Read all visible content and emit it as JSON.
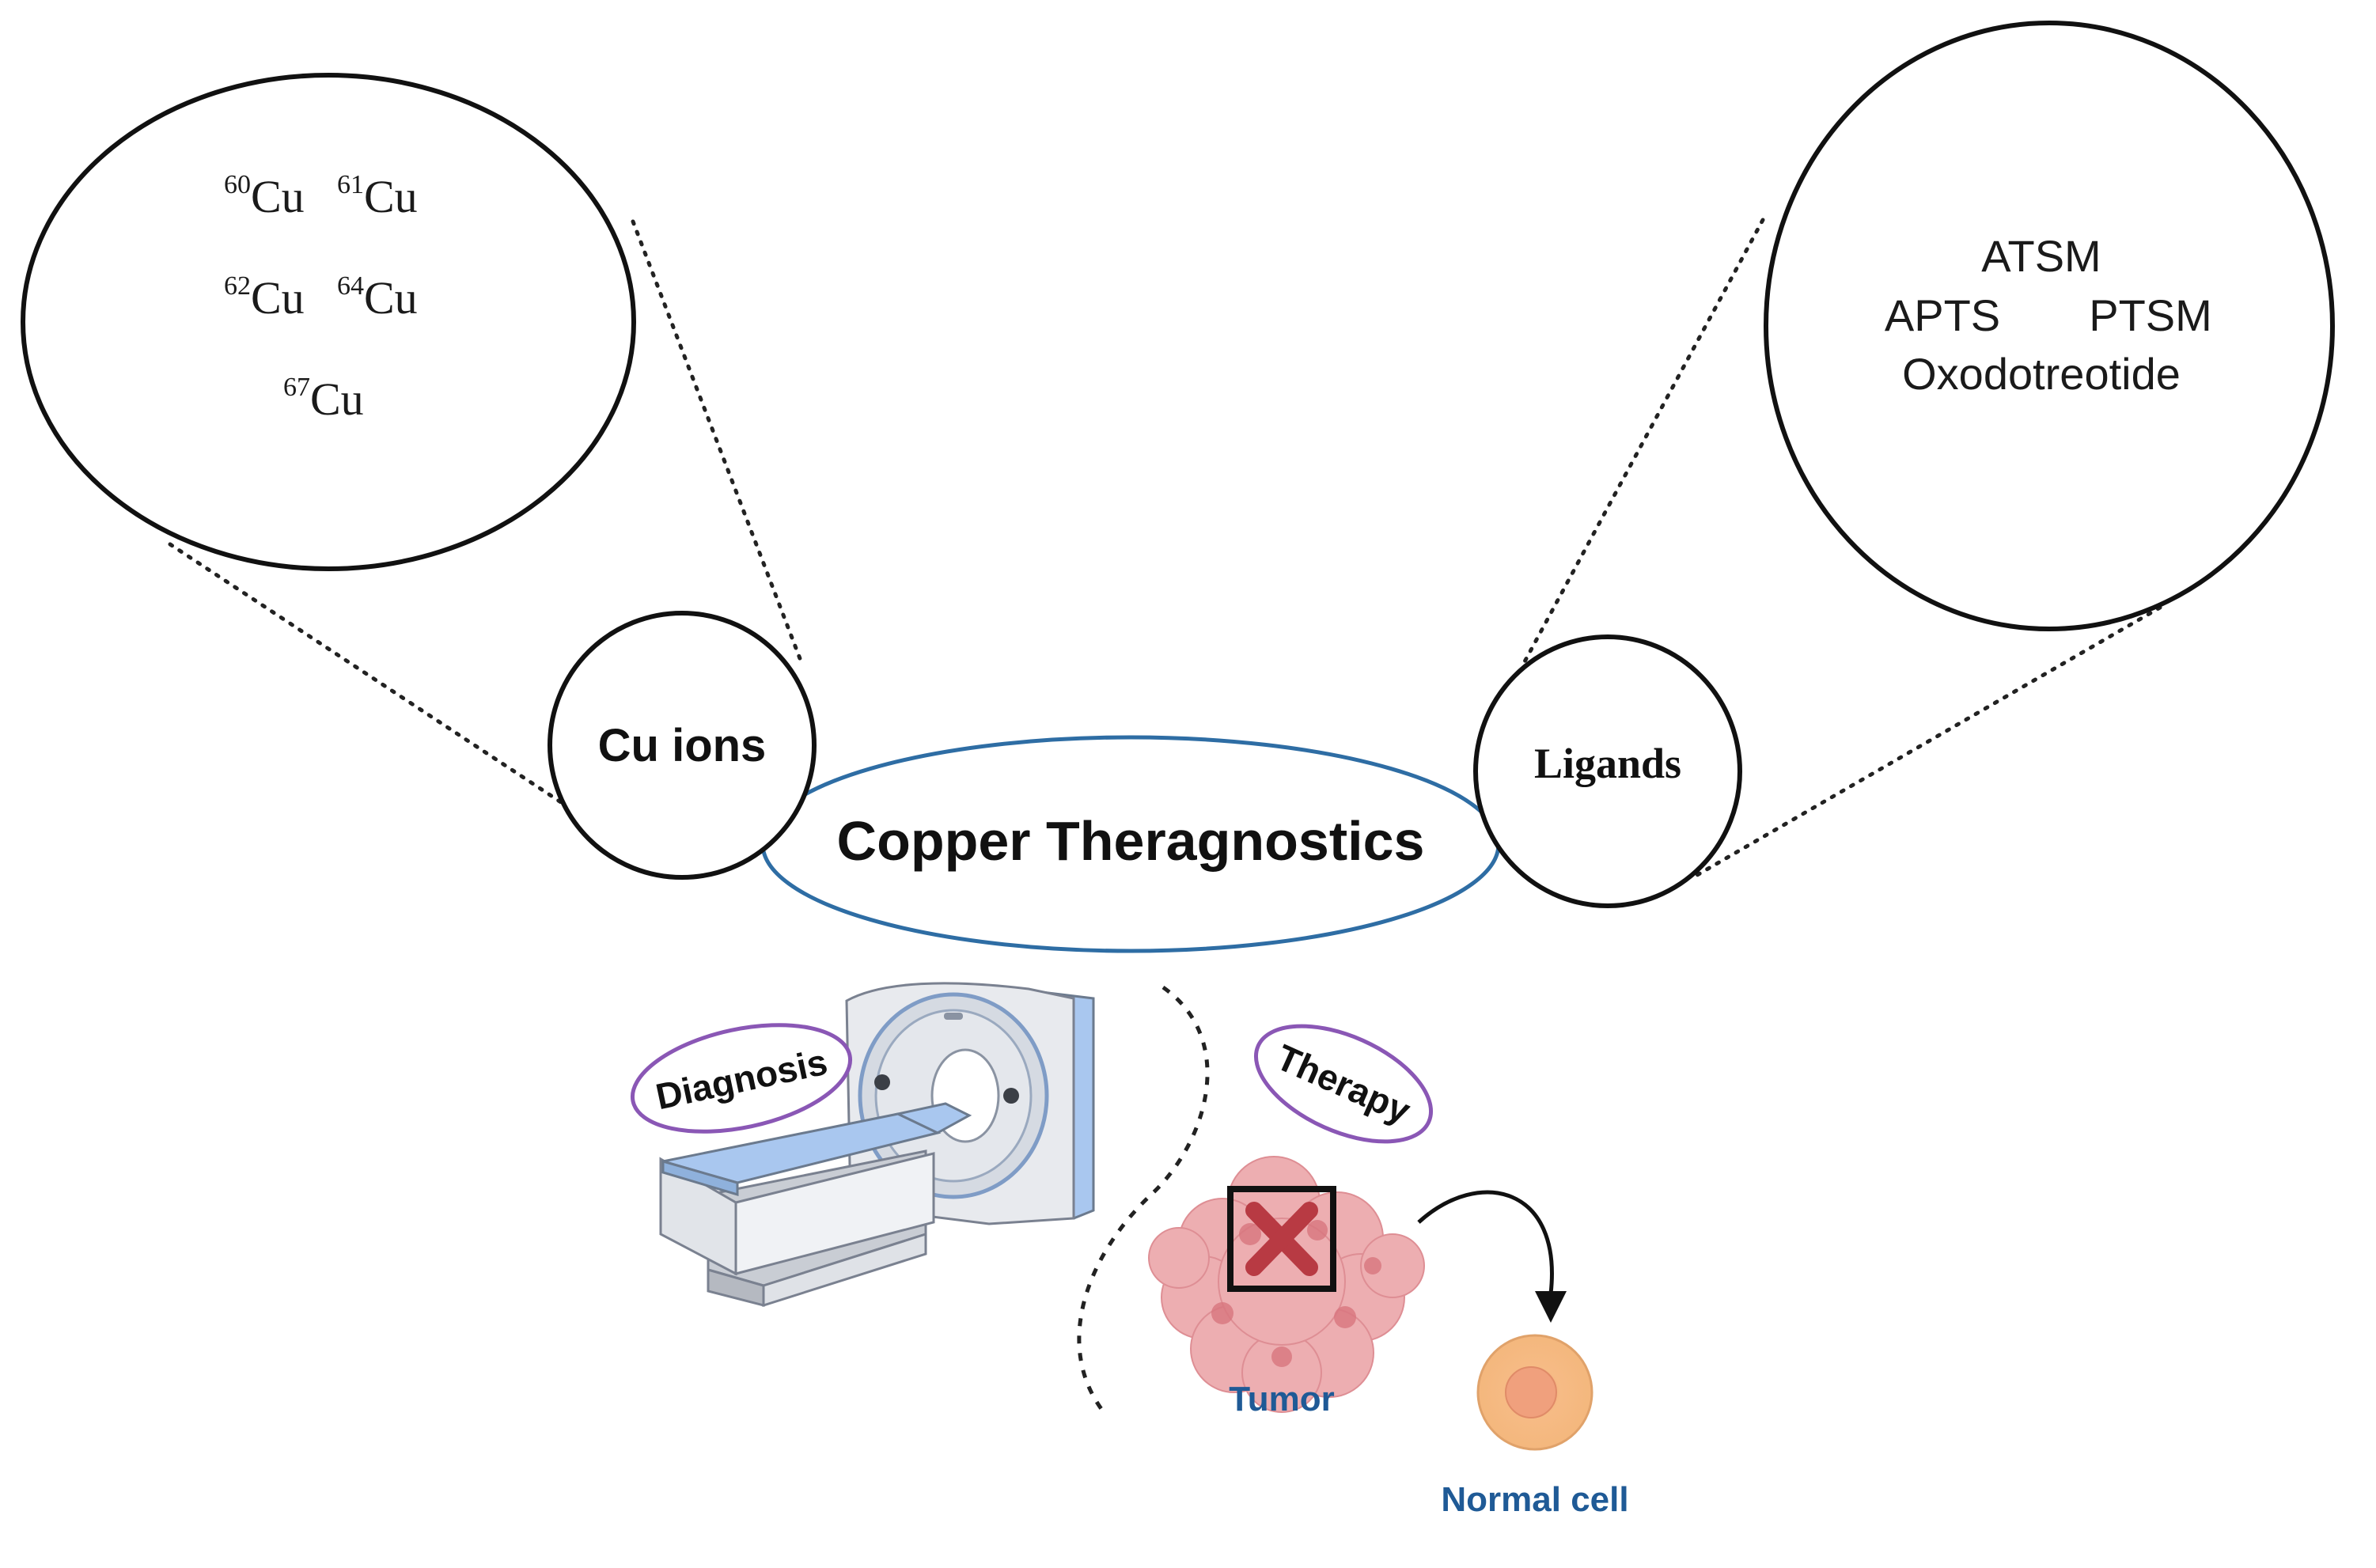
{
  "center": {
    "title": "Copper Theragnostics"
  },
  "cu_ions": {
    "label": "Cu ions",
    "isotopes": [
      {
        "mass": "60",
        "symbol": "Cu"
      },
      {
        "mass": "61",
        "symbol": "Cu"
      },
      {
        "mass": "62",
        "symbol": "Cu"
      },
      {
        "mass": "64",
        "symbol": "Cu"
      },
      {
        "mass": "67",
        "symbol": "Cu"
      }
    ]
  },
  "ligands": {
    "label": "Ligands",
    "items": [
      "ATSM",
      "APTS",
      "PTSM",
      "Oxodotreotide"
    ]
  },
  "diagnosis": {
    "label": "Diagnosis"
  },
  "therapy": {
    "label": "Therapy"
  },
  "tumor": {
    "label": "Tumor"
  },
  "normal_cell": {
    "label": "Normal cell"
  },
  "colors": {
    "center_ellipse": "#2e6da4",
    "badge_outline": "#8a57b5",
    "caption_blue": "#1f5a96",
    "tumor_pink": "#e5888e",
    "tumor_x": "#b83a43",
    "normal_cell": "#f4b77d",
    "scanner_blue": "#a9c7ef"
  }
}
